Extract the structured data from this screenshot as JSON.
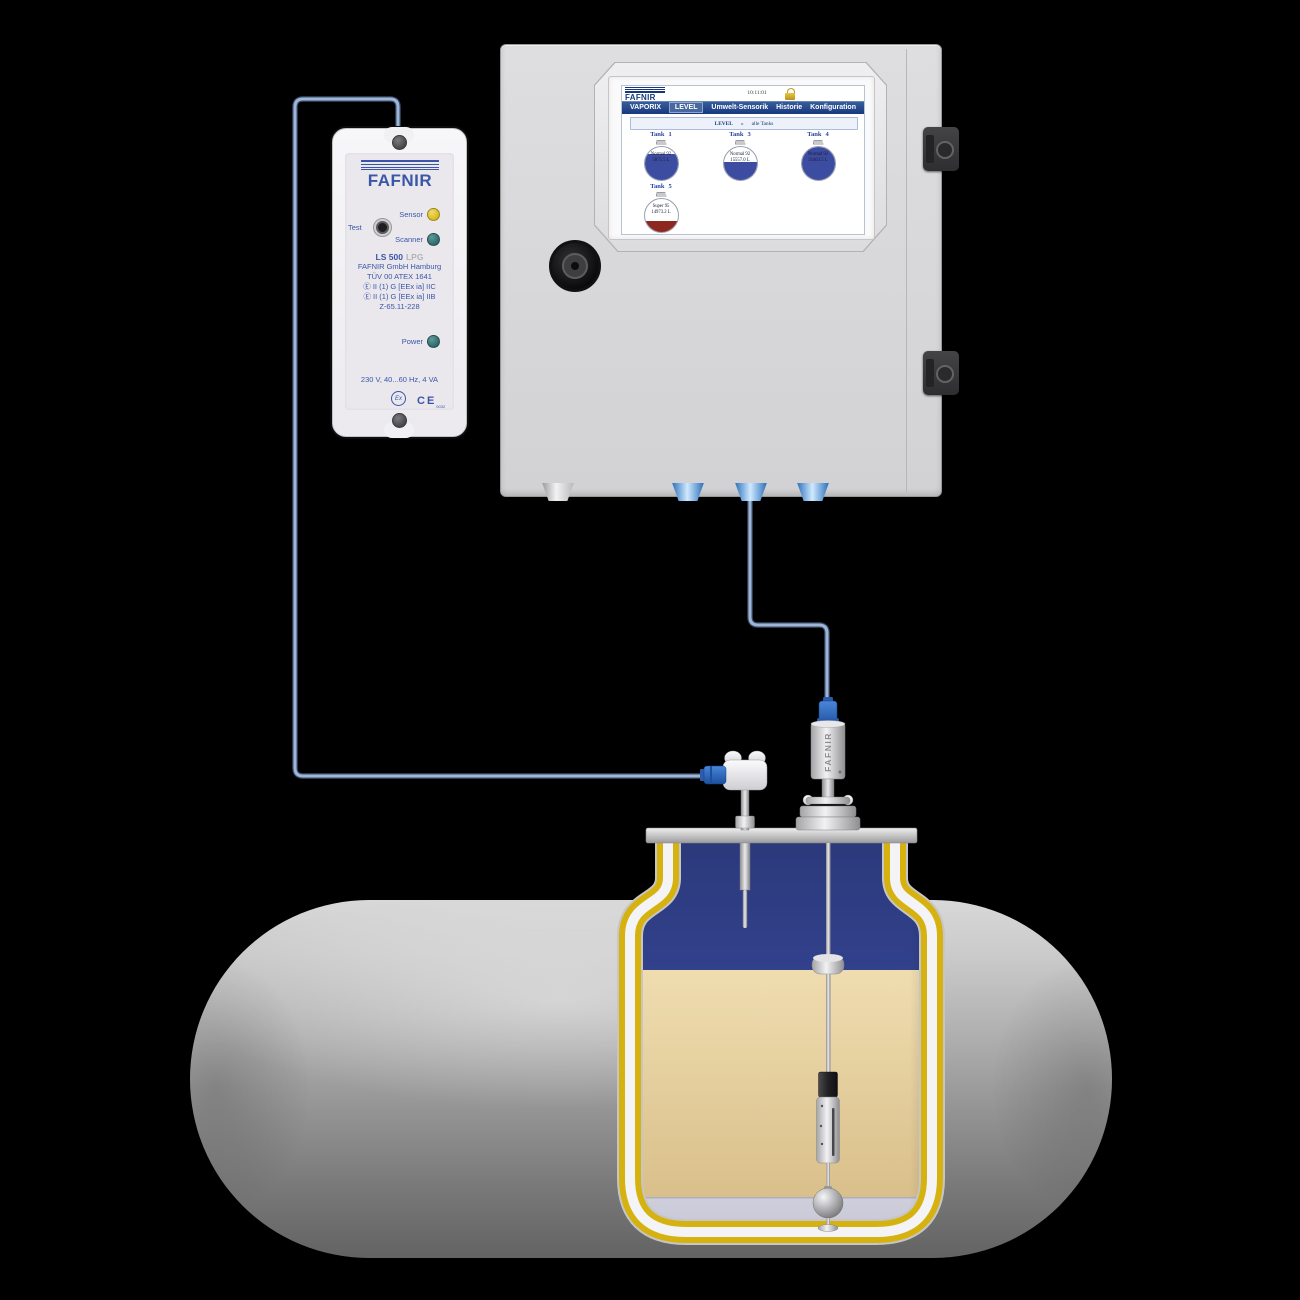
{
  "scene": {
    "background": "#000000"
  },
  "ls500": {
    "brand": "FAFNIR",
    "test_label": "Test",
    "sensor_led": {
      "label": "Sensor",
      "color": "#d9ba1e"
    },
    "scanner_led": {
      "label": "Scanner",
      "color": "#2f6b6b"
    },
    "power_led": {
      "label": "Power",
      "color": "#2f6b6b"
    },
    "model": "LS 500",
    "model_variant": "LPG",
    "info_lines": [
      "FAFNIR GmbH Hamburg",
      "TÜV 00 ATEX 1641",
      "Ⓔ II (1) G [EEx ia] IIC",
      "Ⓔ II (1) G [EEx ia] IIB",
      "Z-65.11-228"
    ],
    "rating": "230 V, 40...60 Hz, 4 VA",
    "ex_mark": "Ex",
    "ce_mark": "CE",
    "ce_number": "0032"
  },
  "cabinet": {
    "display": {
      "brand": "FAFNIR",
      "time": "10:11:01",
      "lock_icon": "padlock",
      "nav": [
        {
          "label": "VAPORIX",
          "active": false
        },
        {
          "label": "LEVEL",
          "active": true
        },
        {
          "label": "Umwelt-Sensorik",
          "active": false
        },
        {
          "label": "Historie",
          "active": false
        },
        {
          "label": "Konfiguration",
          "active": false
        }
      ],
      "breadcrumb": {
        "section": "LEVEL",
        "separator": "»",
        "target": "alle Tanks"
      },
      "tanks": [
        {
          "label": "Tank",
          "number": "1",
          "product": "Normal 92",
          "volume": "5875.5 L",
          "fill_pct": 76,
          "fill_color": "#3c4da1"
        },
        {
          "label": "Tank",
          "number": "3",
          "product": "Normal 92",
          "volume": "15557.0 L",
          "fill_pct": 53,
          "fill_color": "#3c4da1"
        },
        {
          "label": "Tank",
          "number": "4",
          "product": "Normal 92",
          "volume": "31463.5 L",
          "fill_pct": 100,
          "fill_color": "#3c4da1"
        },
        {
          "label": "Tank",
          "number": "5",
          "product": "Super 95",
          "volume": "14973.2 L",
          "fill_pct": 33,
          "fill_color": "#8e2720"
        }
      ]
    }
  },
  "probes": {
    "level_probe_label": "FAFNIR"
  },
  "colors": {
    "accent_blue": "#16387a",
    "device_text_blue": "#3a56a8",
    "cable_blue": "#9db6d8",
    "coating_yellow": "#d6b211",
    "vapor_blue": "#2e3d85",
    "fuel_tan": "#e7d4a4",
    "water_gray": "#c9c9d7"
  }
}
